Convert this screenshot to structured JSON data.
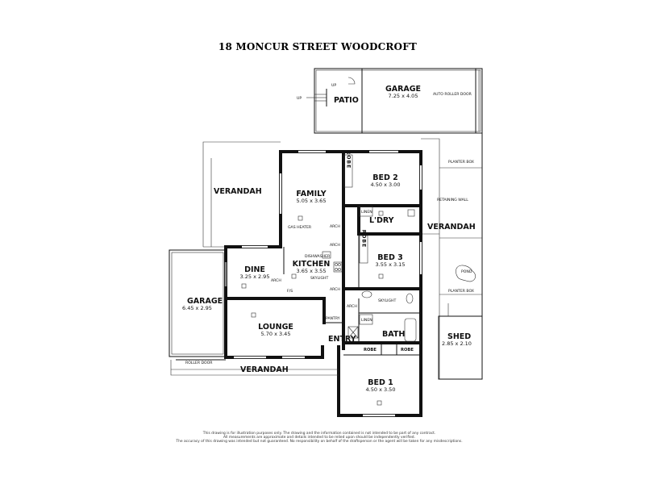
{
  "title": "18 MONCUR STREET WOODCROFT",
  "rooms": {
    "garage_rear": {
      "name": "GARAGE",
      "dims": "7.25 x 4.05"
    },
    "patio": {
      "name": "PATIO"
    },
    "verandah_left": {
      "name": "VERANDAH"
    },
    "family": {
      "name": "FAMILY",
      "dims": "5.05 x 3.65"
    },
    "bed2": {
      "name": "BED 2",
      "dims": "4.50 x 3.00"
    },
    "laundry": {
      "name": "L'DRY"
    },
    "verandah_right": {
      "name": "VERANDAH"
    },
    "kitchen": {
      "name": "KITCHEN",
      "dims": "3.65 x 3.55"
    },
    "dine": {
      "name": "DINE",
      "dims": "3.25 x 2.95"
    },
    "bed3": {
      "name": "BED 3",
      "dims": "3.55 x 3.15"
    },
    "garage_front": {
      "name": "GARAGE",
      "dims": "6.45 x 2.95"
    },
    "lounge": {
      "name": "LOUNGE",
      "dims": "5.70 x 3.45"
    },
    "entry": {
      "name": "ENTRY"
    },
    "bath": {
      "name": "BATH"
    },
    "shed": {
      "name": "SHED",
      "dims": "2.85 x 2.10"
    },
    "verandah_front": {
      "name": "VERANDAH"
    },
    "bed1": {
      "name": "BED 1",
      "dims": "4.50 x 3.50"
    }
  },
  "labels": {
    "up_1": "UP",
    "up_2": "UP",
    "auto_roller_door": "AUTO ROLLER DOOR",
    "planter_box_1": "PLANTER BOX",
    "planter_box_2": "PLANTER BOX",
    "retaining_wall": "RETAINING WALL",
    "robe_bed2": "ROBE",
    "robe_bed3": "ROBE",
    "robe_bed1_a": "ROBE",
    "robe_bed1_b": "ROBE",
    "linen_1": "LINEN",
    "linen_2": "LINEN",
    "gas_heater": "GAS HEATER",
    "dishwasher": "DISHWASHER",
    "skylight_1": "SKYLIGHT",
    "skylight_2": "SKYLIGHT",
    "arch_1": "ARCH",
    "arch_2": "ARCH",
    "arch_3": "ARCH",
    "arch_4": "ARCH",
    "arch_5": "ARCH",
    "fs": "F/S",
    "pantry": "PANTRY",
    "roller_door": "ROLLER DOOR",
    "pond": "POND"
  },
  "disclaimer": [
    "This drawing is for illustration purposes only. The drawing and the information contained is not intended to be part of any contract.",
    "All measurements are approximate and details intended to be relied upon should be independently verified.",
    "The accuracy of this drawing was intended but not guaranteed. No responsibility on behalf of the draftsperson or the agent will be taken for any misdescriptions."
  ]
}
